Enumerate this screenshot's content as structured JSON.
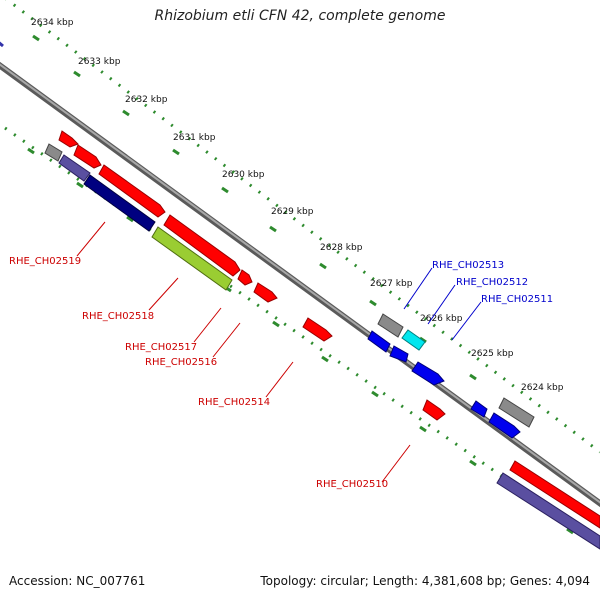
{
  "title": "Rhizobium etli CFN 42, complete genome",
  "footer": {
    "accession": "Accession: NC_007761",
    "summary": "Topology: circular; Length: 4,381,608 bp; Genes: 4,094"
  },
  "scale_ticks": [
    "2634 kbp",
    "2633 kbp",
    "2632 kbp",
    "2631 kbp",
    "2630 kbp",
    "2629 kbp",
    "2628 kbp",
    "2627 kbp",
    "2626 kbp",
    "2625 kbp",
    "2624 kbp"
  ],
  "gene_labels": {
    "RHE_CH02519": "RHE_CH02519",
    "RHE_CH02518": "RHE_CH02518",
    "RHE_CH02517": "RHE_CH02517",
    "RHE_CH02516": "RHE_CH02516",
    "RHE_CH02514": "RHE_CH02514",
    "RHE_CH02510": "RHE_CH02510",
    "RHE_CH02513": "RHE_CH02513",
    "RHE_CH02512": "RHE_CH02512",
    "RHE_CH02511": "RHE_CH02511"
  },
  "colors": {
    "red_feature": "#ff0000",
    "blue_feature": "#0000ee",
    "navy_feature": "#000080",
    "slate_feature": "#4a3f8f",
    "grey_feature": "#808080",
    "cyan_feature": "#00e0e8",
    "green_feature": "#9acd32",
    "tick_green": "#2e8b2e",
    "label_red": "#cc0000",
    "label_blue": "#0000cc",
    "backbone": "#8a8a8a"
  }
}
